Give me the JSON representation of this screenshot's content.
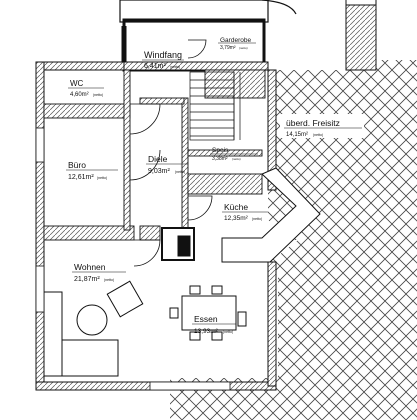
{
  "rooms": [
    {
      "key": "windfang",
      "name": "Windfang",
      "area": "6,41m²",
      "note": "(netto)"
    },
    {
      "key": "garderobe",
      "name": "Garderobe",
      "area": "3,79m²",
      "note": "(netto)"
    },
    {
      "key": "wc",
      "name": "WC",
      "area": "4,60m²",
      "note": "(netto)"
    },
    {
      "key": "freisitz",
      "name": "überd. Freisitz",
      "area": "14,15m²",
      "note": "(netto)"
    },
    {
      "key": "buero",
      "name": "Büro",
      "area": "12,61m²",
      "note": "(netto)"
    },
    {
      "key": "diele",
      "name": "Diele",
      "area": "9,03m²",
      "note": "(netto)"
    },
    {
      "key": "speis",
      "name": "Speis",
      "area": "3,38m²",
      "note": "(netto)"
    },
    {
      "key": "kueche",
      "name": "Küche",
      "area": "12,35m²",
      "note": "(netto)"
    },
    {
      "key": "wohnen",
      "name": "Wohnen",
      "area": "21,87m²",
      "note": "(netto)"
    },
    {
      "key": "essen",
      "name": "Essen",
      "area": "13,93m²",
      "note": "(netto)"
    }
  ]
}
